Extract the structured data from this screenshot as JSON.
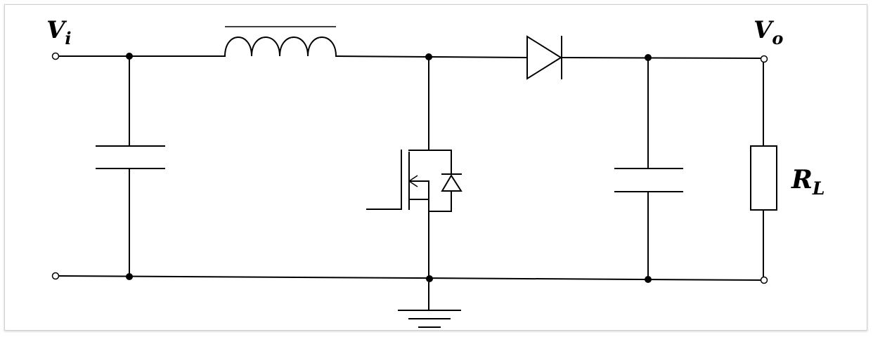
{
  "labels": {
    "vin_main": "V",
    "vin_sub": "i",
    "vout_main": "V",
    "vout_sub": "o",
    "rl_main": "R",
    "rl_sub": "L"
  },
  "colors": {
    "stroke": "#000000",
    "background": "#ffffff",
    "frame_border": "#d0d0d0"
  }
}
